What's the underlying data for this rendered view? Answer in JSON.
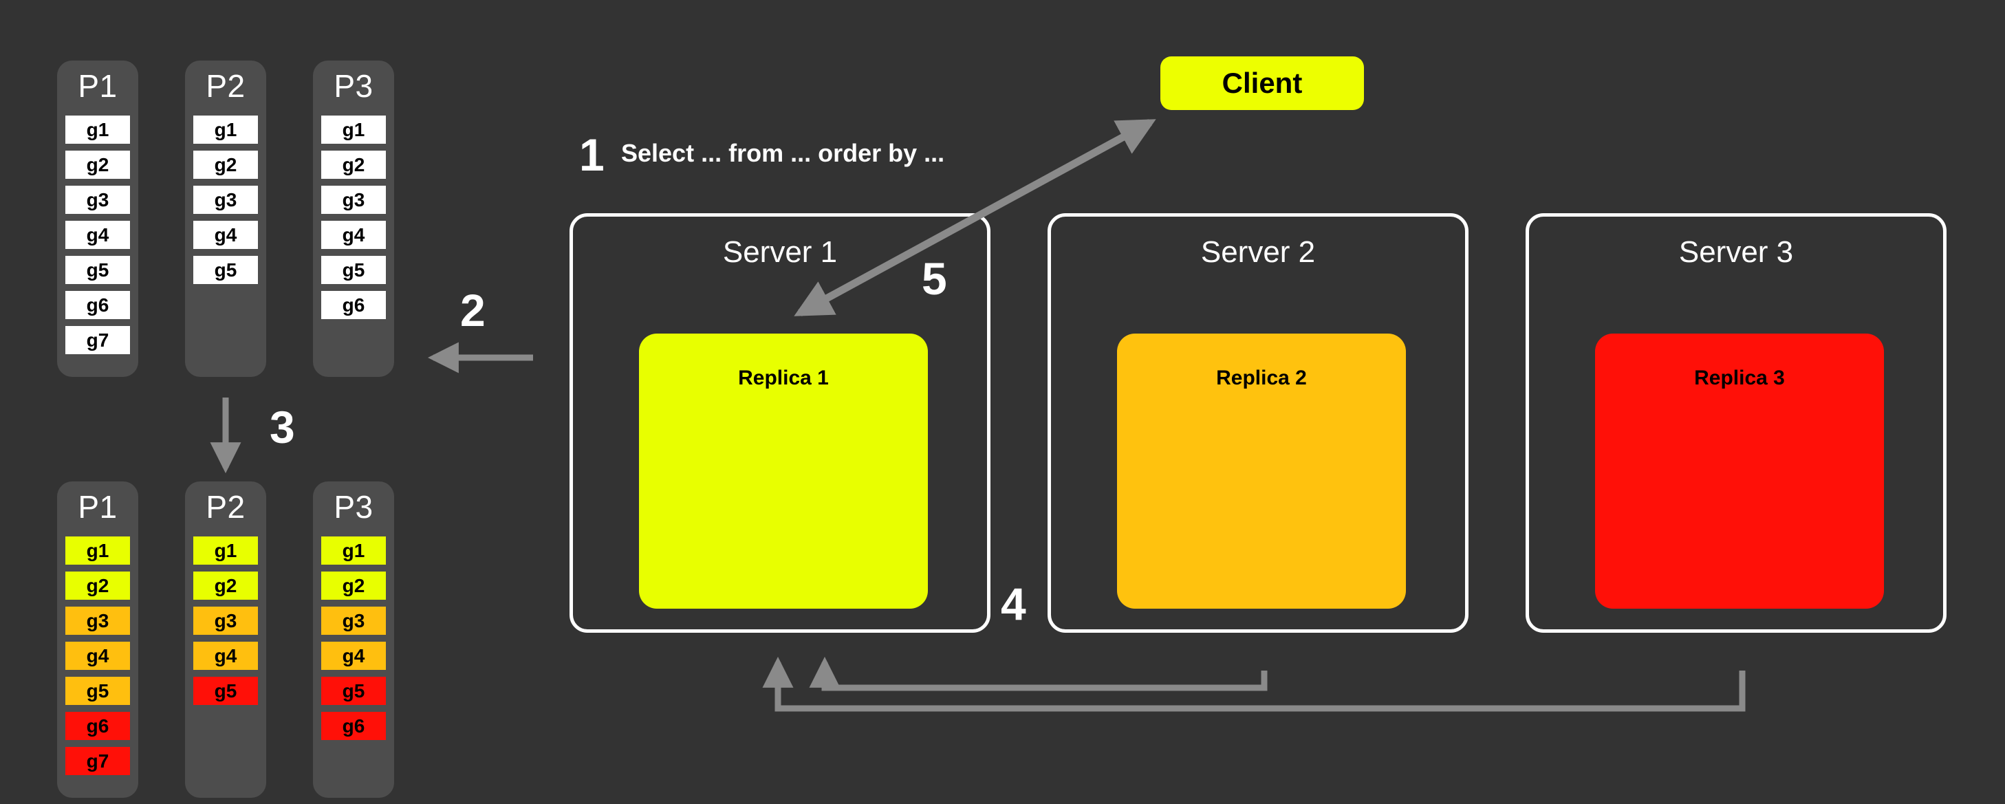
{
  "background_color": "#333333",
  "colors": {
    "column_card": "#4d4d4d",
    "cell_white": "#ffffff",
    "yellow": "#e8ff00",
    "orange": "#ffbf0f",
    "red": "#ff1008",
    "client_yellow": "#edff00",
    "replica1": "#e8ff00",
    "replica2": "#ffc20e",
    "replica3": "#ff1008",
    "arrow_gray": "#8a8a8a",
    "outline_white": "#ffffff",
    "text_white": "#ffffff",
    "text_black": "#000000"
  },
  "top_partitions": [
    {
      "title": "P1",
      "cells": [
        {
          "label": "g1",
          "color": "#ffffff"
        },
        {
          "label": "g2",
          "color": "#ffffff"
        },
        {
          "label": "g3",
          "color": "#ffffff"
        },
        {
          "label": "g4",
          "color": "#ffffff"
        },
        {
          "label": "g5",
          "color": "#ffffff"
        },
        {
          "label": "g6",
          "color": "#ffffff"
        },
        {
          "label": "g7",
          "color": "#ffffff"
        }
      ]
    },
    {
      "title": "P2",
      "cells": [
        {
          "label": "g1",
          "color": "#ffffff"
        },
        {
          "label": "g2",
          "color": "#ffffff"
        },
        {
          "label": "g3",
          "color": "#ffffff"
        },
        {
          "label": "g4",
          "color": "#ffffff"
        },
        {
          "label": "g5",
          "color": "#ffffff"
        }
      ]
    },
    {
      "title": "P3",
      "cells": [
        {
          "label": "g1",
          "color": "#ffffff"
        },
        {
          "label": "g2",
          "color": "#ffffff"
        },
        {
          "label": "g3",
          "color": "#ffffff"
        },
        {
          "label": "g4",
          "color": "#ffffff"
        },
        {
          "label": "g5",
          "color": "#ffffff"
        },
        {
          "label": "g6",
          "color": "#ffffff"
        }
      ]
    }
  ],
  "bottom_partitions": [
    {
      "title": "P1",
      "cells": [
        {
          "label": "g1",
          "color": "#e8ff00"
        },
        {
          "label": "g2",
          "color": "#e8ff00"
        },
        {
          "label": "g3",
          "color": "#ffbf0f"
        },
        {
          "label": "g4",
          "color": "#ffbf0f"
        },
        {
          "label": "g5",
          "color": "#ffbf0f"
        },
        {
          "label": "g6",
          "color": "#ff1008"
        },
        {
          "label": "g7",
          "color": "#ff1008"
        }
      ]
    },
    {
      "title": "P2",
      "cells": [
        {
          "label": "g1",
          "color": "#e8ff00"
        },
        {
          "label": "g2",
          "color": "#e8ff00"
        },
        {
          "label": "g3",
          "color": "#ffbf0f"
        },
        {
          "label": "g4",
          "color": "#ffbf0f"
        },
        {
          "label": "g5",
          "color": "#ff1008"
        }
      ]
    },
    {
      "title": "P3",
      "cells": [
        {
          "label": "g1",
          "color": "#e8ff00"
        },
        {
          "label": "g2",
          "color": "#e8ff00"
        },
        {
          "label": "g3",
          "color": "#ffbf0f"
        },
        {
          "label": "g4",
          "color": "#ffbf0f"
        },
        {
          "label": "g5",
          "color": "#ff1008"
        },
        {
          "label": "g6",
          "color": "#ff1008"
        }
      ]
    }
  ],
  "client": {
    "label": "Client"
  },
  "servers": [
    {
      "title": "Server 1",
      "replica": "Replica 1",
      "replica_color": "#e8ff00"
    },
    {
      "title": "Server 2",
      "replica": "Replica 2",
      "replica_color": "#ffc20e"
    },
    {
      "title": "Server 3",
      "replica": "Replica 3",
      "replica_color": "#ff1008"
    }
  ],
  "steps": {
    "one": "1",
    "two": "2",
    "three": "3",
    "four": "4",
    "five": "5"
  },
  "query_text": "Select ... from ... order by ..."
}
